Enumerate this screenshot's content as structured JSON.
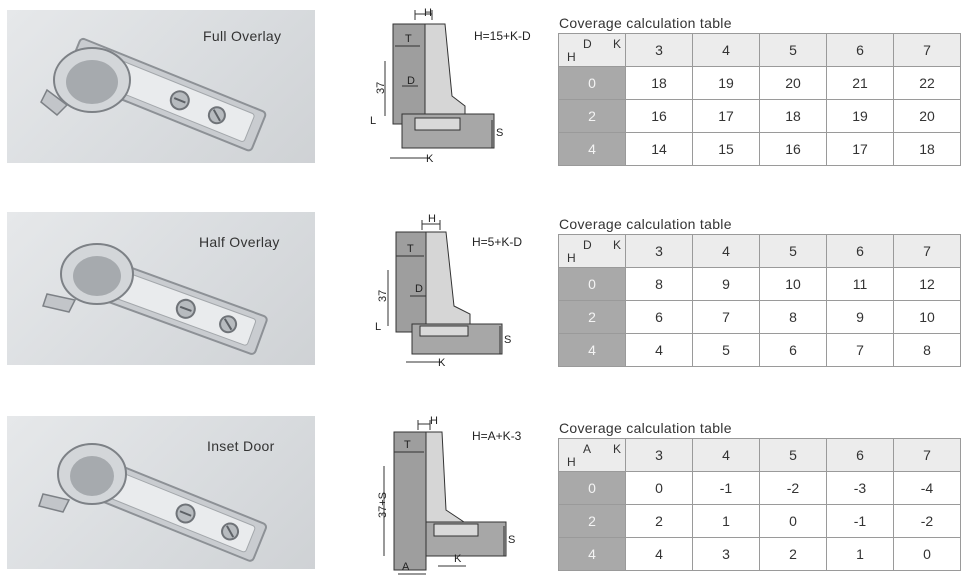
{
  "sections": [
    {
      "photo_label": "Full Overlay",
      "diagram": {
        "formula": "H=15+K-D",
        "labels": {
          "h": "H",
          "t": "T",
          "d": "D",
          "vert": "37",
          "l": "L",
          "s": "S",
          "k": "K"
        }
      },
      "table": {
        "title": "Coverage calculation table",
        "corner": {
          "top": "D",
          "right": "K",
          "bottom": "H"
        },
        "columns": [
          "3",
          "4",
          "5",
          "6",
          "7"
        ],
        "rows": [
          {
            "h": "0",
            "values": [
              "18",
              "19",
              "20",
              "21",
              "22"
            ]
          },
          {
            "h": "2",
            "values": [
              "16",
              "17",
              "18",
              "19",
              "20"
            ]
          },
          {
            "h": "4",
            "values": [
              "14",
              "15",
              "16",
              "17",
              "18"
            ]
          }
        ]
      }
    },
    {
      "photo_label": "Half  Overlay",
      "diagram": {
        "formula": "H=5+K-D",
        "labels": {
          "h": "H",
          "t": "T",
          "d": "D",
          "vert": "37",
          "l": "L",
          "s": "S",
          "k": "K"
        }
      },
      "table": {
        "title": "Coverage calculation table",
        "corner": {
          "top": "D",
          "right": "K",
          "bottom": "H"
        },
        "columns": [
          "3",
          "4",
          "5",
          "6",
          "7"
        ],
        "rows": [
          {
            "h": "0",
            "values": [
              "8",
              "9",
              "10",
              "11",
              "12"
            ]
          },
          {
            "h": "2",
            "values": [
              "6",
              "7",
              "8",
              "9",
              "10"
            ]
          },
          {
            "h": "4",
            "values": [
              "4",
              "5",
              "6",
              "7",
              "8"
            ]
          }
        ]
      }
    },
    {
      "photo_label": "Inset Door",
      "diagram": {
        "formula": "H=A+K-3",
        "labels": {
          "h": "H",
          "t": "T",
          "a": "A",
          "vert": "37+S",
          "s": "S",
          "k": "K"
        }
      },
      "table": {
        "title": "Coverage calculation table",
        "corner": {
          "top": "A",
          "right": "K",
          "bottom": "H"
        },
        "columns": [
          "3",
          "4",
          "5",
          "6",
          "7"
        ],
        "rows": [
          {
            "h": "0",
            "values": [
              "0",
              "-1",
              "-2",
              "-3",
              "-4"
            ]
          },
          {
            "h": "2",
            "values": [
              "2",
              "1",
              "0",
              "-1",
              "-2"
            ]
          },
          {
            "h": "4",
            "values": [
              "4",
              "3",
              "2",
              "1",
              "0"
            ]
          }
        ]
      }
    }
  ]
}
